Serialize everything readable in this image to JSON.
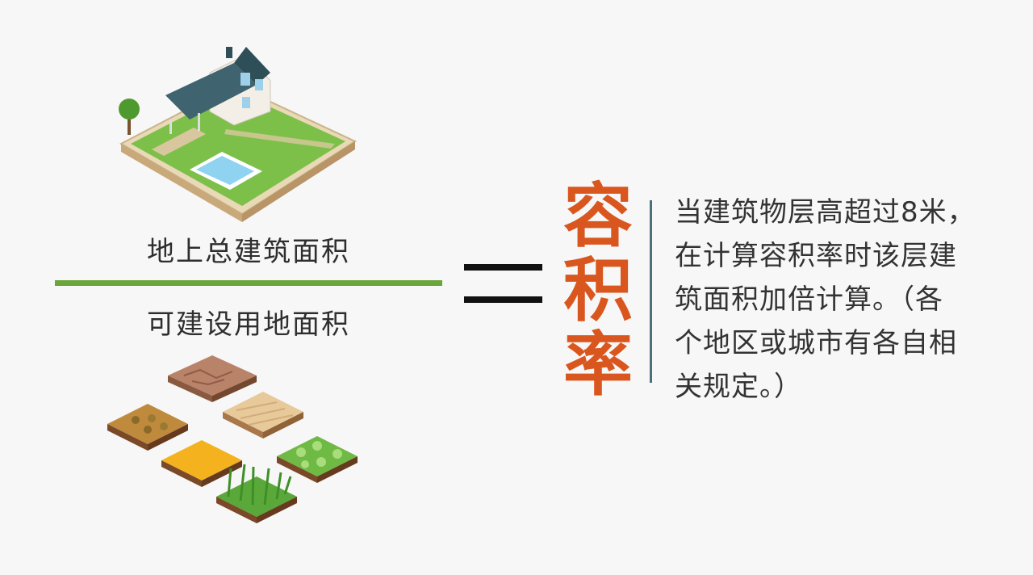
{
  "formula": {
    "numerator": "地上总建筑面积",
    "denominator": "可建设用地面积",
    "equals": "="
  },
  "term": {
    "chars": [
      "容",
      "积",
      "率"
    ],
    "color": "#d9571f"
  },
  "note": {
    "lines": [
      "当建筑物层高超过8米，",
      "在计算容积率时该层建",
      "筑面积加倍计算。（各",
      "个地区或城市有各自相",
      "关规定。）"
    ]
  },
  "colors": {
    "fraction_bar": "#6aa63a",
    "divider": "#4d6f7c",
    "grass": "#7cc04a"
  },
  "illustrations": {
    "top": "house-with-yard-and-pool",
    "bottom": "six-land-tiles"
  }
}
